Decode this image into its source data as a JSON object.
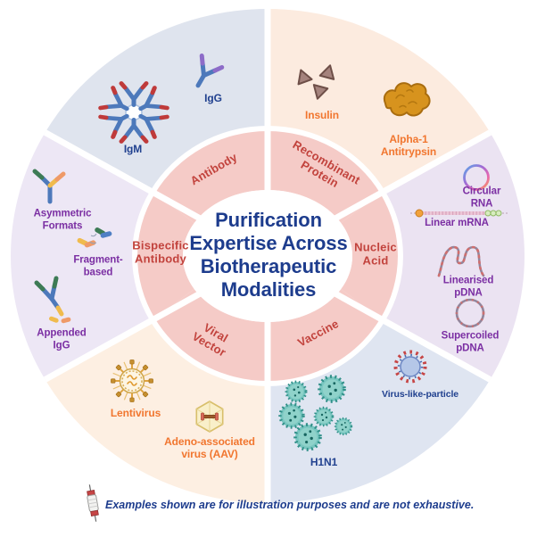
{
  "center": {
    "title": "Purification\nExpertise Across\nBiotherapeutic\nModalities",
    "text_color": "#1d3c8d",
    "circle_color": "#ffffff"
  },
  "ring": {
    "fill": "#f5cbc7",
    "label_color": "#c2433d",
    "segments": [
      {
        "id": "antibody",
        "label": "Antibody"
      },
      {
        "id": "recombinant-protein",
        "label": "Recombinant\nProtein"
      },
      {
        "id": "nucleic-acid",
        "label": "Nucleic\nAcid"
      },
      {
        "id": "vaccine",
        "label": "Vaccine"
      },
      {
        "id": "viral-vector",
        "label": "Viral\nVector"
      },
      {
        "id": "bispecific-antibody",
        "label": "Bispecific\nAntibody"
      }
    ]
  },
  "sectors": [
    {
      "id": "antibody",
      "bg": "#dfe4ee",
      "label_color": "#21418f",
      "items": [
        {
          "label": "IgM",
          "icon": "igm-pentamer-icon"
        },
        {
          "label": "IgG",
          "icon": "igg-antibody-icon"
        }
      ]
    },
    {
      "id": "recombinant-protein",
      "bg": "#fcebdf",
      "label_color": "#f1762f",
      "items": [
        {
          "label": "Insulin",
          "icon": "insulin-icon"
        },
        {
          "label": "Alpha-1\nAntitrypsin",
          "icon": "alpha1-antitrypsin-icon"
        }
      ]
    },
    {
      "id": "nucleic-acid",
      "bg": "#ebe3f2",
      "label_color": "#7b2fa3",
      "items": [
        {
          "label": "Circular RNA",
          "icon": "circular-rna-icon"
        },
        {
          "label": "Linear mRNA",
          "icon": "linear-mrna-icon"
        },
        {
          "label": "Linearised pDNA",
          "icon": "linearised-pdna-icon"
        },
        {
          "label": "Supercoiled\npDNA",
          "icon": "supercoiled-pdna-icon"
        }
      ]
    },
    {
      "id": "vaccine",
      "bg": "#dfe5f1",
      "label_color": "#21418f",
      "items": [
        {
          "label": "Virus-like-particle",
          "icon": "virus-like-particle-icon"
        },
        {
          "label": "H1N1",
          "icon": "h1n1-virus-cluster-icon"
        }
      ]
    },
    {
      "id": "viral-vector",
      "bg": "#fdefe2",
      "label_color": "#f1762f",
      "items": [
        {
          "label": "Lentivirus",
          "icon": "lentivirus-icon"
        },
        {
          "label": "Adeno-associated\nvirus (AAV)",
          "icon": "aav-capsid-icon"
        }
      ]
    },
    {
      "id": "bispecific-antibody",
      "bg": "#ede7f5",
      "label_color": "#7b2fa3",
      "items": [
        {
          "label": "Asymmetric\nFormats",
          "icon": "asymmetric-formats-icon"
        },
        {
          "label": "Fragment-\nbased",
          "icon": "fragment-based-icon"
        },
        {
          "label": "Appended\nIgG",
          "icon": "appended-igg-icon"
        }
      ]
    }
  ],
  "footer": {
    "note": "Examples shown are for illustration purposes and are not exhaustive.",
    "icon": "chromatography-column-icon",
    "color": "#1d3c8d"
  },
  "palette": {
    "divider": "#ffffff",
    "ring_pink": "#f5cbc7",
    "center_navy": "#1d3c8d",
    "ring_red": "#c2433d",
    "orange_label": "#f1762f",
    "purple_label": "#7b2fa3",
    "navy_label": "#21418f"
  }
}
